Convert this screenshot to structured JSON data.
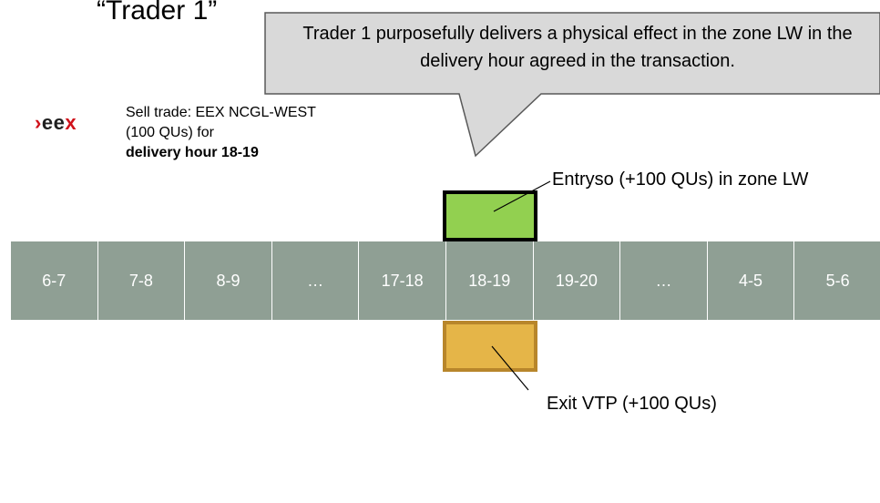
{
  "title": "“Trader 1”",
  "callout": {
    "text": "Trader 1 purposefully delivers a physical effect in the zone LW in the delivery hour agreed in the transaction."
  },
  "logo": {
    "arrow": "›",
    "ee": "ee",
    "x": "x"
  },
  "trade": {
    "line": "Sell trade: EEX NCGL-WEST (100 QUs) for",
    "bold": "delivery hour 18-19"
  },
  "timeline": {
    "hours": [
      "6-7",
      "7-8",
      "8-9",
      "…",
      "17-18",
      "18-19",
      "19-20",
      "…",
      "4-5",
      "5-6"
    ]
  },
  "entry": {
    "label": "Entryso (+100 QUs) in zone LW"
  },
  "exit": {
    "label": "Exit VTP (+100 QUs)"
  },
  "colors": {
    "timeline_cell": "#8f9f94",
    "entry_box": "#92d050",
    "exit_box": "#e5b548",
    "callout_fill": "#d9d9d9",
    "logo_red": "#d0121b"
  }
}
